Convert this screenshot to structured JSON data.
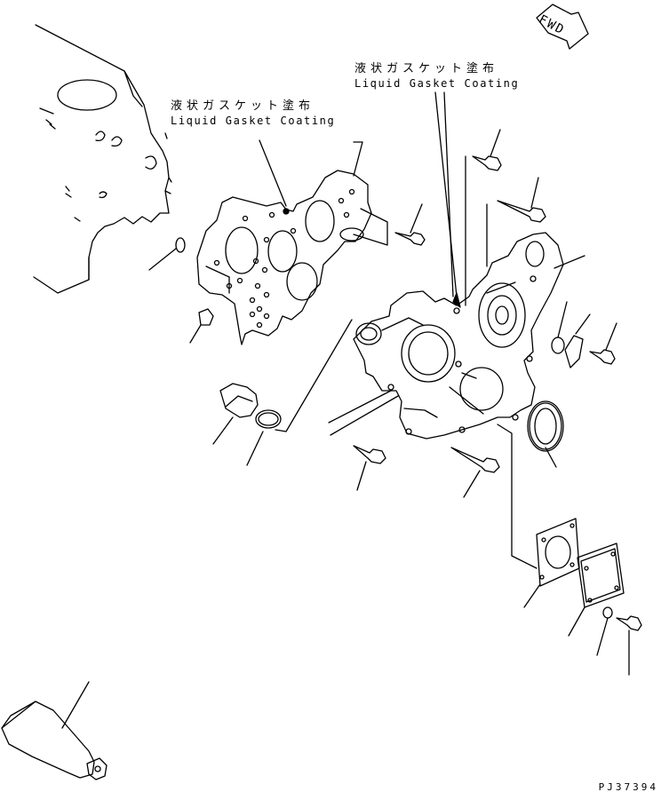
{
  "fwd_label": "FWD",
  "callouts": {
    "left": {
      "jp": "液状ガスケット塗布",
      "en": "Liquid Gasket Coating"
    },
    "right": {
      "jp": "液状ガスケット塗布",
      "en": "Liquid Gasket Coating"
    }
  },
  "drawing_code": "PJ37394",
  "colors": {
    "line": "#000000",
    "background": "#ffffff"
  }
}
